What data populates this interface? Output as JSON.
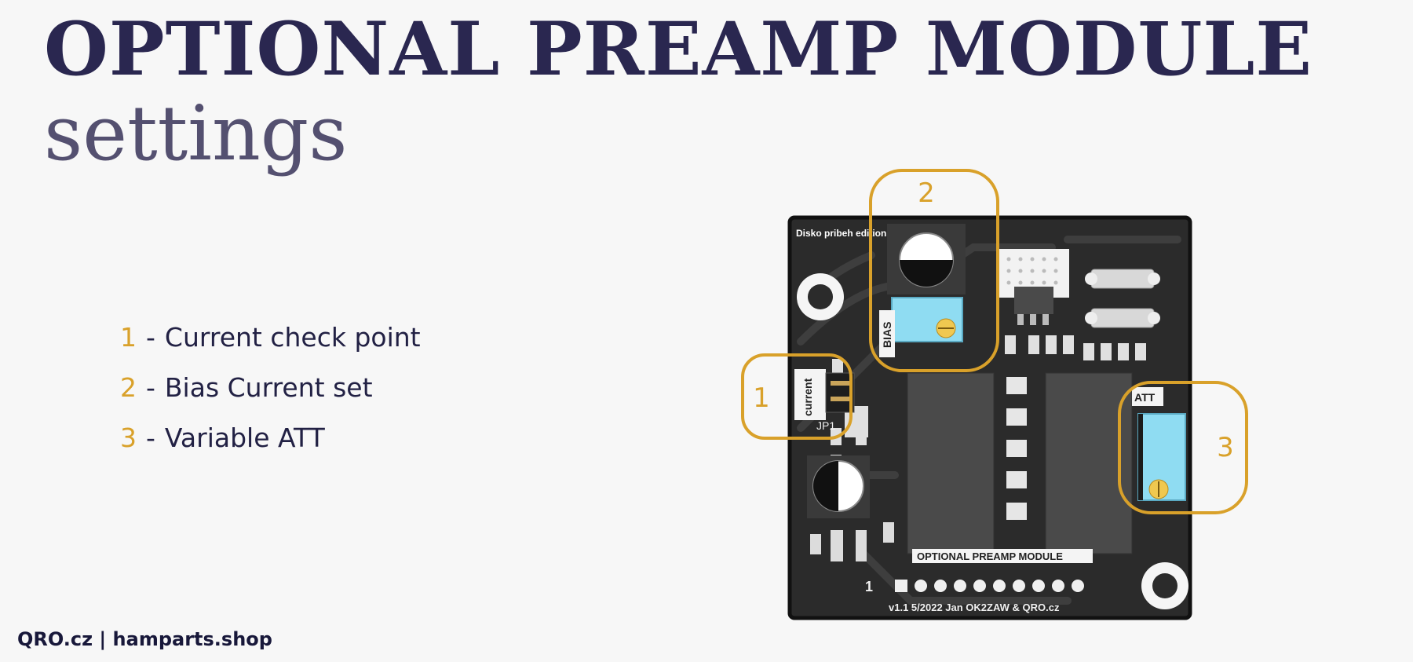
{
  "header": {
    "title": "OPTIONAL PREAMP MODULE",
    "subtitle": "settings"
  },
  "legend": {
    "items": [
      {
        "num": "1",
        "text": "Current check point"
      },
      {
        "num": "2",
        "text": "Bias Current set"
      },
      {
        "num": "3",
        "text": "Variable ATT"
      }
    ]
  },
  "board": {
    "edition_label": "Disko pribeh edition",
    "bias_label": "BIAS",
    "current_label": "current",
    "jumper_label": "JP1",
    "att_label": "ATT",
    "module_label": "OPTIONAL PREAMP MODULE",
    "pin_one_label": "1",
    "version_label": "v1.1 5/2022 Jan OK2ZAW & QRO.cz",
    "callouts": [
      "1",
      "2",
      "3"
    ]
  },
  "footer": {
    "text": "QRO.cz | hamparts.shop"
  },
  "colors": {
    "title": "#2a2750",
    "subtitle": "#545070",
    "accent": "#d9a12a",
    "pcb": "#2b2b2b",
    "trimmer": "#8fdcf2"
  }
}
